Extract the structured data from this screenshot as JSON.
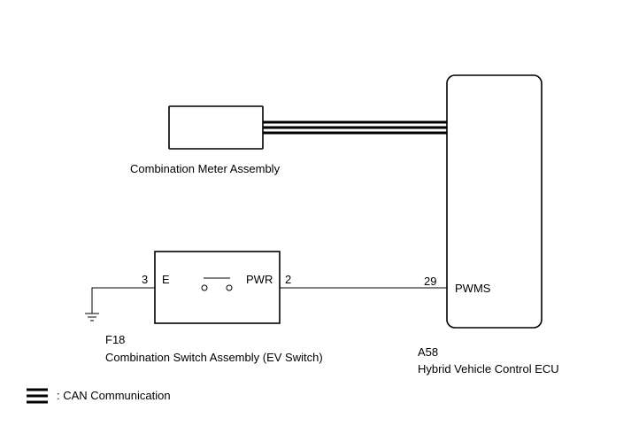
{
  "meter": {
    "label": "Combination Meter Assembly"
  },
  "switch": {
    "connector": "F18",
    "label": "Combination Switch Assembly (EV Switch)",
    "pin_e_number": "3",
    "pin_e_name": "E",
    "pin_pwr_name": "PWR",
    "pin_pwr_number": "2"
  },
  "ecu": {
    "connector": "A58",
    "label": "Hybrid Vehicle Control ECU",
    "pin_number": "29",
    "pin_name": "PWMS"
  },
  "legend": {
    "text": ": CAN Communication"
  }
}
